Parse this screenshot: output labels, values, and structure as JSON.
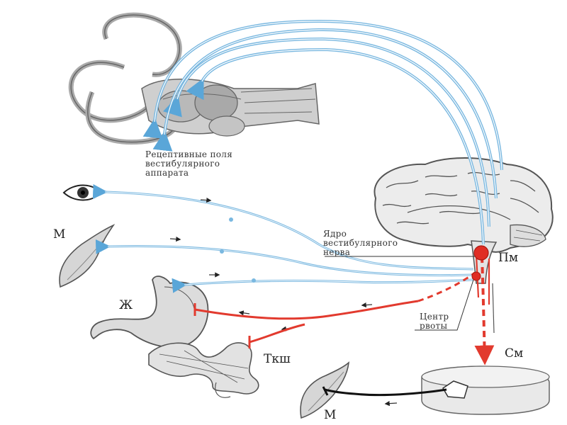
{
  "labels": {
    "receptive_fields": [
      "Рецептивные поля",
      "вестибулярного",
      "аппарата"
    ],
    "nucleus": [
      "Ядро",
      "вестибулярного",
      "нерва"
    ],
    "vomit_center": [
      "Центр",
      "рвоты"
    ],
    "muscle_top": "М",
    "stomach": "Ж",
    "intestine": "Ткш",
    "medulla": "Пм",
    "spinal_cord": "См",
    "muscle_bottom": "М"
  },
  "colors": {
    "afferent": "#7ab8e0",
    "efferent": "#e23a2e",
    "nucleus_fill": "#e02d24",
    "motor": "#1a1a1a",
    "anatomy_stroke": "#666666",
    "anatomy_fill": "#dcdcdc"
  },
  "icons": [
    "eye-icon",
    "muscle-icon",
    "stomach-icon",
    "intestine-icon",
    "brain-icon",
    "inner-ear-icon",
    "spinal-cord-section-icon"
  ]
}
